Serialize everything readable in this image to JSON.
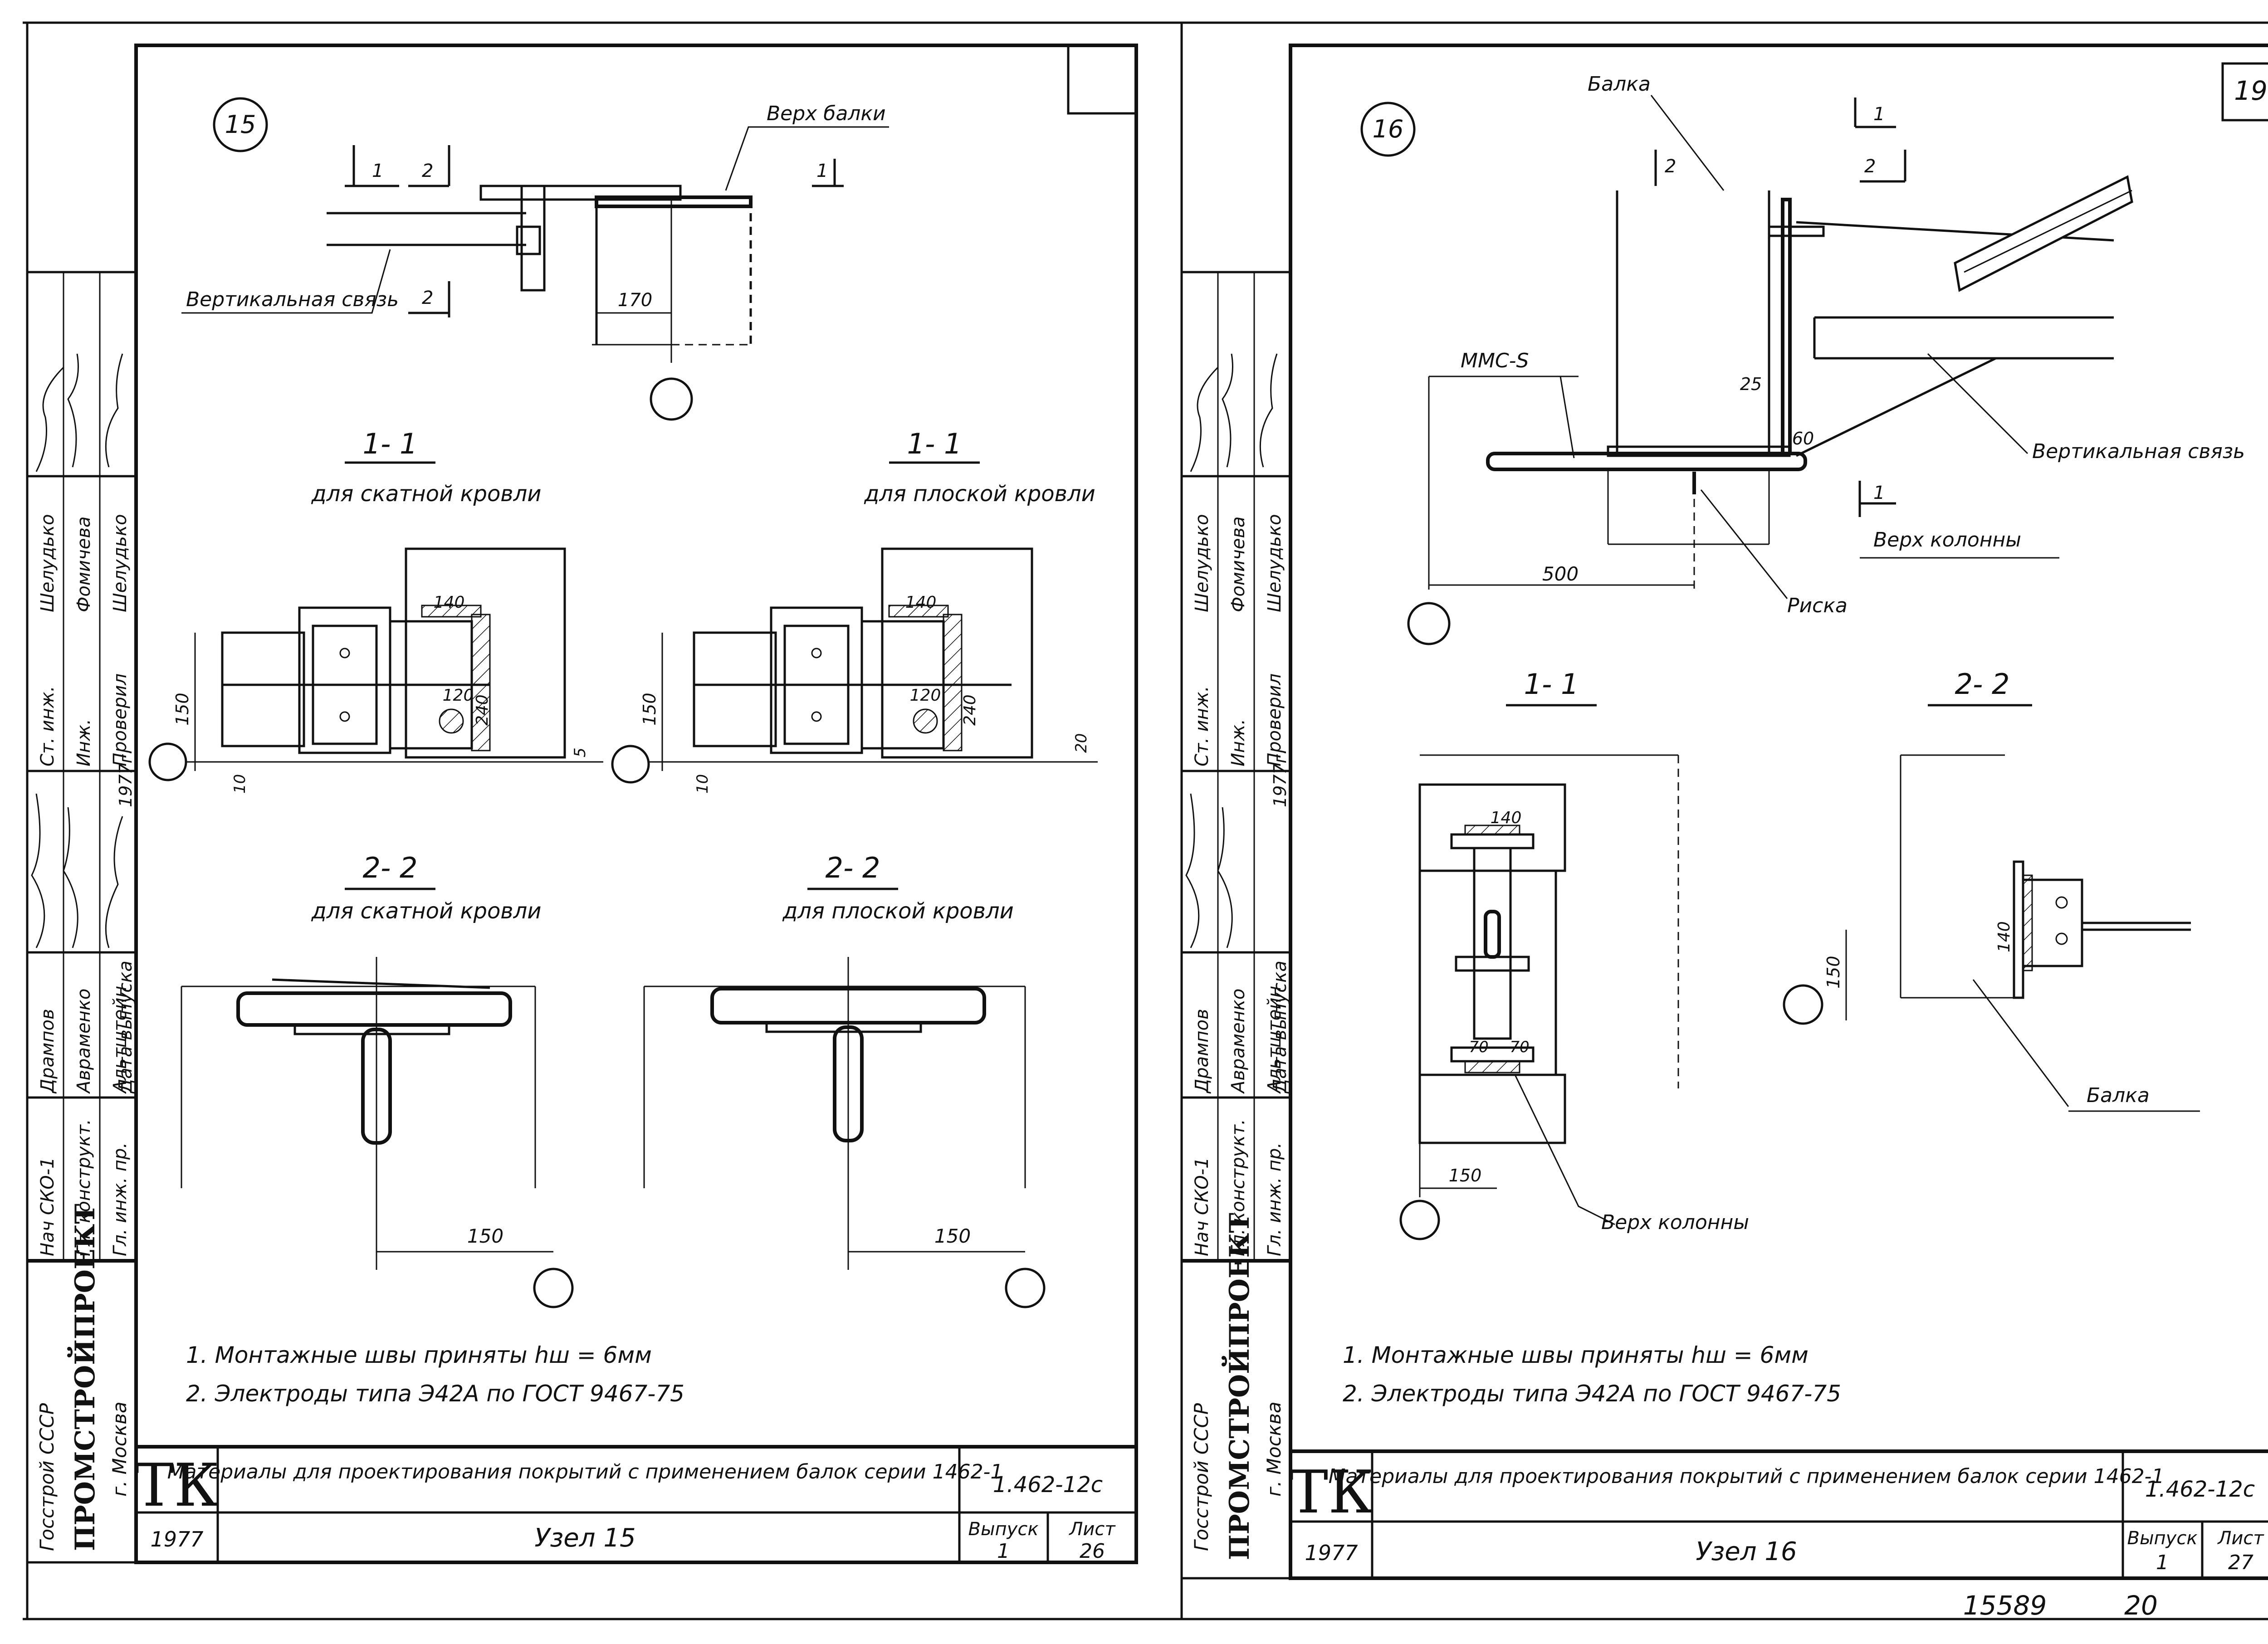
{
  "left_sheet": {
    "node_number": "15",
    "label_top_beam": "Верх балки",
    "label_vertical_brace": "Вертикальная связь",
    "section_a_title": "1- 1",
    "section_a_caption": "для скатной кровли",
    "section_b_title": "1- 1",
    "section_b_caption": "для плоской кровли",
    "section_c_title": "2- 2",
    "section_c_caption": "для скатной кровли",
    "section_d_title": "2- 2",
    "section_d_caption": "для плоской кровли",
    "dims": {
      "d170": "170",
      "d140a": "140",
      "d140b": "140",
      "d120a": "120",
      "d120b": "120",
      "d240a": "240",
      "d240b": "240",
      "d150a": "150",
      "d150b": "150",
      "d10a": "10",
      "d10b": "10",
      "d5": "5",
      "d20": "20",
      "d150c": "150",
      "d150d": "150",
      "cut1": "1",
      "cut2": "2"
    },
    "notes": [
      "1. Монтажные швы приняты hш = 6мм",
      "2. Электроды типа Э42А по ГОСТ 9467-75"
    ],
    "title_block": {
      "logo": "ТК",
      "title": "Материалы для проектирования покрытий с применением балок серии 1462-1",
      "code": "1.462-12с",
      "year": "1977",
      "sheet_name": "Узел 15",
      "issue_label": "Выпуск",
      "issue": "1",
      "sheet_label": "Лист",
      "sheet": "26"
    },
    "side_stamp": {
      "org1": "Госстрой СССР",
      "org2": "ПРОМСТРОЙПРОЕКТ",
      "city": "г. Москва",
      "roles": [
        "Нач СКО-1",
        "Гл. конструкт.",
        "Гл. инж. пр.",
        "Дата выпуска"
      ],
      "names": [
        "Дрампов",
        "Авраменко",
        "Альтштейн",
        "1977г."
      ],
      "roles2": [
        "Ст. инж.",
        "Инж.",
        "Проверил"
      ],
      "names2": [
        "Шелудько",
        "Фомичева",
        "Шелудько"
      ]
    }
  },
  "right_sheet": {
    "corner_number": "19",
    "node_number": "16",
    "label_beam": "Балка",
    "label_mmc": "ММС-S",
    "label_vertical_brace": "Вертикальная связь",
    "label_top_column": "Верх колонны",
    "label_risk": "Риска",
    "section_a_title": "1- 1",
    "section_b_title": "2- 2",
    "label_beam2": "Балка",
    "label_top_column2": "Верх колонны",
    "dims": {
      "d25": "25",
      "d60": "60",
      "d500": "500",
      "d140a": "140",
      "d140b": "140",
      "d70a": "70",
      "d70b": "70",
      "d150a": "150",
      "d150b": "150",
      "cut1": "1",
      "cut2": "2"
    },
    "notes": [
      "1. Монтажные швы приняты hш = 6мм",
      "2. Электроды типа Э42А по ГОСТ 9467-75"
    ],
    "title_block": {
      "logo": "ТК",
      "title": "Материалы для проектирования покрытий с применением балок серии 1462-1",
      "code": "1.462-12с",
      "year": "1977",
      "sheet_name": "Узел 16",
      "issue_label": "Выпуск",
      "issue": "1",
      "sheet_label": "Лист",
      "sheet": "27"
    },
    "side_stamp": {
      "org1": "Госстрой СССР",
      "org2": "ПРОМСТРОЙПРОЕКТ",
      "city": "г. Москва",
      "roles": [
        "Нач СКО-1",
        "Гл. конструкт.",
        "Гл. инж. пр.",
        "Дата выпуска"
      ],
      "names": [
        "Дрампов",
        "Авраменко",
        "Альтштейн",
        "1977г."
      ],
      "roles2": [
        "Ст. инж.",
        "Инж.",
        "Проверил"
      ],
      "names2": [
        "Шелудько",
        "Фомичева",
        "Шелудько"
      ]
    }
  },
  "footer": {
    "archive_number": "15589",
    "page_number": "20"
  }
}
